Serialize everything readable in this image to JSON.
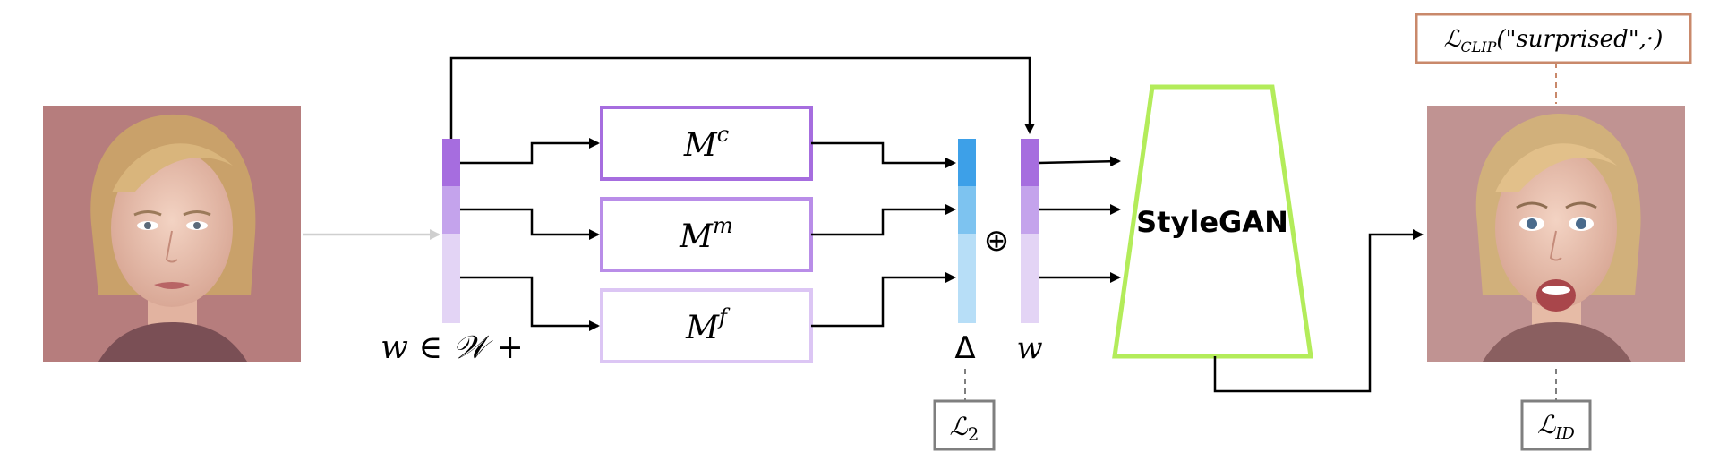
{
  "input_image": {
    "alt": "input face"
  },
  "output_image": {
    "alt": "edited face"
  },
  "latent_label": {
    "main": "w ∈ 𝒲 +"
  },
  "mappers": [
    {
      "base": "M",
      "sup": "c",
      "color": "#a66ddf"
    },
    {
      "base": "M",
      "sup": "m",
      "color": "#b98de8"
    },
    {
      "base": "M",
      "sup": "f",
      "color": "#dcc6f4"
    }
  ],
  "delta_label": "Δ",
  "oplus_symbol": "⊕",
  "w_label": "w",
  "generator": {
    "label": "StyleGAN",
    "color": "#b3ec5a"
  },
  "losses": {
    "l2": {
      "base": "ℒ",
      "sub": "2",
      "color": "#7f7f7f"
    },
    "id": {
      "base": "ℒ",
      "sub": "ID",
      "color": "#7f7f7f"
    },
    "clip": {
      "base": "ℒ",
      "sub": "CLIP",
      "arg": "(\"surprised\",·)",
      "color": "#c9896b"
    }
  },
  "colors": {
    "latent_top": "#a66ddf",
    "latent_mid": "#c4a3ec",
    "latent_bot": "#e3d4f5",
    "delta_top": "#3da0e8",
    "delta_mid": "#7dc3f0",
    "delta_bot": "#b7def7",
    "arrow": "#000000",
    "gray_arrow": "#cfcfcf",
    "face_bg": "#b67d7d"
  }
}
